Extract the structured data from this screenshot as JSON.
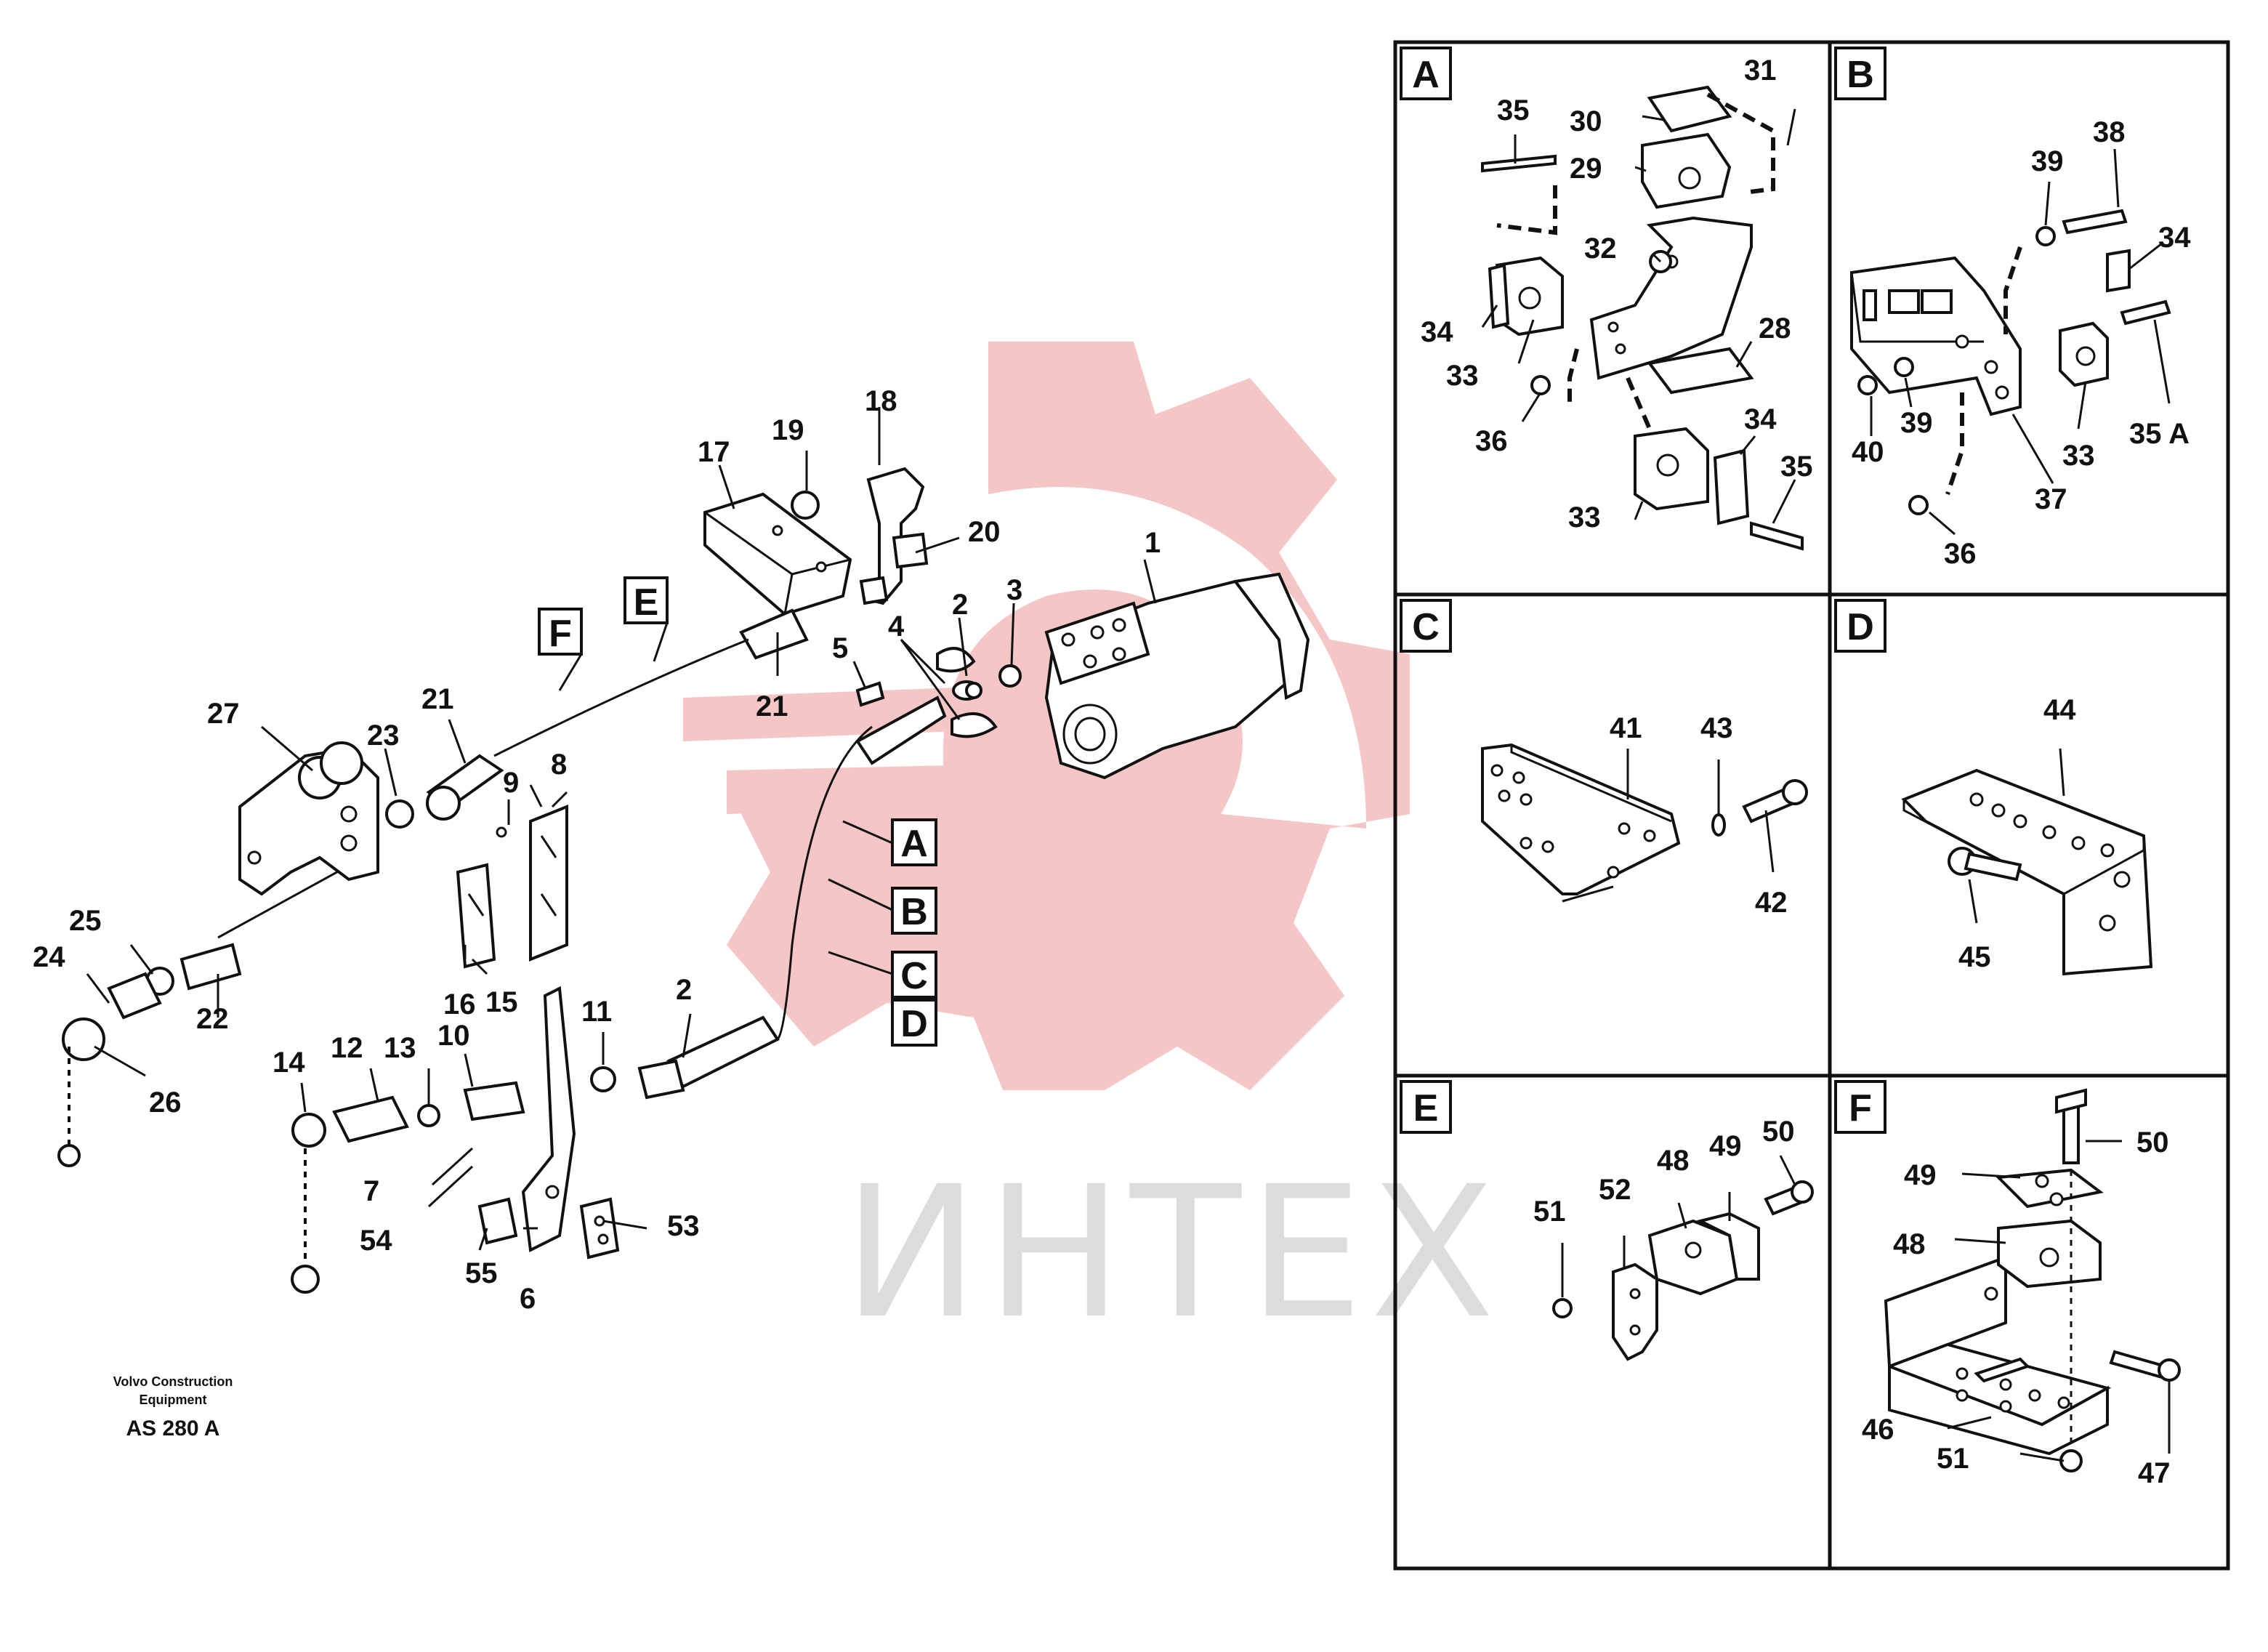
{
  "caption": {
    "maker_line1": "Volvo Construction",
    "maker_line2": "Equipment",
    "drawing_code": "AS 280 A"
  },
  "watermark": {
    "text": "ИНТЕХ",
    "color": "#f5c6c6"
  },
  "main_view": {
    "callouts": {
      "c1": "1",
      "c2a": "2",
      "c2b": "2",
      "c3": "3",
      "c4": "4",
      "c5": "5",
      "c6": "6",
      "c7": "7",
      "c8": "8",
      "c9": "9",
      "c10": "10",
      "c11": "11",
      "c12": "12",
      "c13": "13",
      "c14": "14",
      "c15": "15",
      "c16": "16",
      "c17": "17",
      "c18": "18",
      "c19": "19",
      "c20": "20",
      "c21a": "21",
      "c21b": "21",
      "c22": "22",
      "c23": "23",
      "c24": "24",
      "c25": "25",
      "c26": "26",
      "c27": "27",
      "c53": "53",
      "c54": "54",
      "c55": "55"
    },
    "detail_refs": {
      "A": "A",
      "B": "B",
      "C": "C",
      "D": "D",
      "E": "E",
      "F": "F"
    }
  },
  "details": {
    "A": {
      "letter": "A",
      "callouts": [
        "35",
        "30",
        "31",
        "29",
        "32",
        "34",
        "33",
        "28",
        "36",
        "34",
        "35",
        "33"
      ]
    },
    "B": {
      "letter": "B",
      "callouts": [
        "39",
        "38",
        "34",
        "40",
        "39",
        "33",
        "35 A",
        "37",
        "36"
      ]
    },
    "C": {
      "letter": "C",
      "callouts": [
        "41",
        "43",
        "42"
      ]
    },
    "D": {
      "letter": "D",
      "callouts": [
        "44",
        "45"
      ]
    },
    "E": {
      "letter": "E",
      "callouts": [
        "51",
        "52",
        "48",
        "49",
        "50"
      ]
    },
    "F": {
      "letter": "F",
      "callouts": [
        "50",
        "49",
        "48",
        "46",
        "51",
        "47"
      ]
    }
  }
}
